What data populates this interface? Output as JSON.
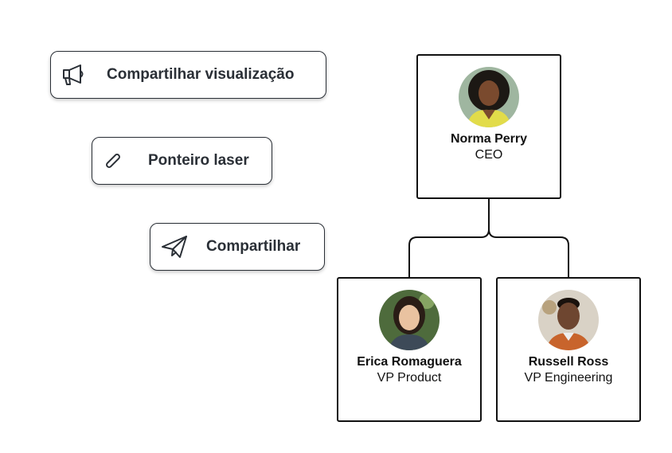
{
  "actions": {
    "share_view": {
      "label": "Compartilhar visualização",
      "icon": "megaphone-icon"
    },
    "laser_pointer": {
      "label": "Ponteiro laser",
      "icon": "laser-pointer-icon"
    },
    "share": {
      "label": "Compartilhar",
      "icon": "paper-plane-icon"
    }
  },
  "org_chart": {
    "root": {
      "name": "Norma Perry",
      "title": "CEO"
    },
    "reports": [
      {
        "name": "Erica Romaguera",
        "title": "VP Product"
      },
      {
        "name": "Russell Ross",
        "title": "VP Engineering"
      }
    ]
  },
  "colors": {
    "text": "#1f2328",
    "border": "#111111",
    "pill_border": "#2a2f36"
  }
}
